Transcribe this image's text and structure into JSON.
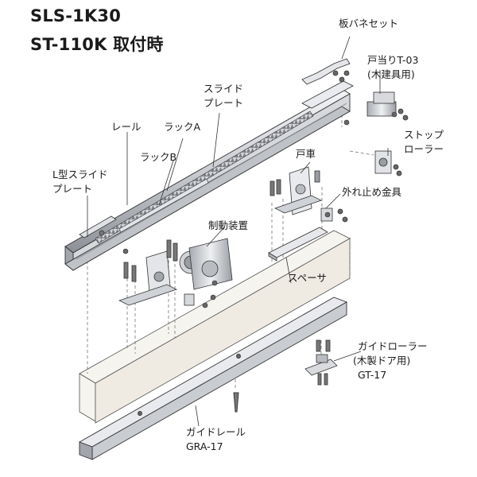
{
  "title": {
    "model": "SLS-1K30",
    "subtitle": "ST-110K 取付時"
  },
  "labels": {
    "leaf_spring_set": "板バネセット",
    "door_stop": "戸当りT-03",
    "door_stop_note": "(木建具用)",
    "slide_plate_1": "スライド",
    "slide_plate_2": "プレート",
    "rail": "レール",
    "rack_a": "ラックA",
    "rack_b": "ラックB",
    "stop_roller_1": "ストップ",
    "stop_roller_2": "ローラー",
    "l_slide_1": "L型スライド",
    "l_slide_2": "プレート",
    "door_roller": "戸車",
    "anti_derail": "外れ止め金具",
    "brake": "制動装置",
    "spacer": "スペーサ",
    "guide_roller": "ガイドローラー",
    "guide_roller_note": "(木製ドア用)",
    "guide_roller_code": "GT-17",
    "guide_rail": "ガイドレール",
    "guide_rail_code": "GRA-17"
  },
  "colors": {
    "line": "#333333",
    "metal_light": "#e9ebee",
    "metal_mid": "#c9ccd1",
    "metal_dark": "#8d9096",
    "wood": "#f3f0ea"
  }
}
